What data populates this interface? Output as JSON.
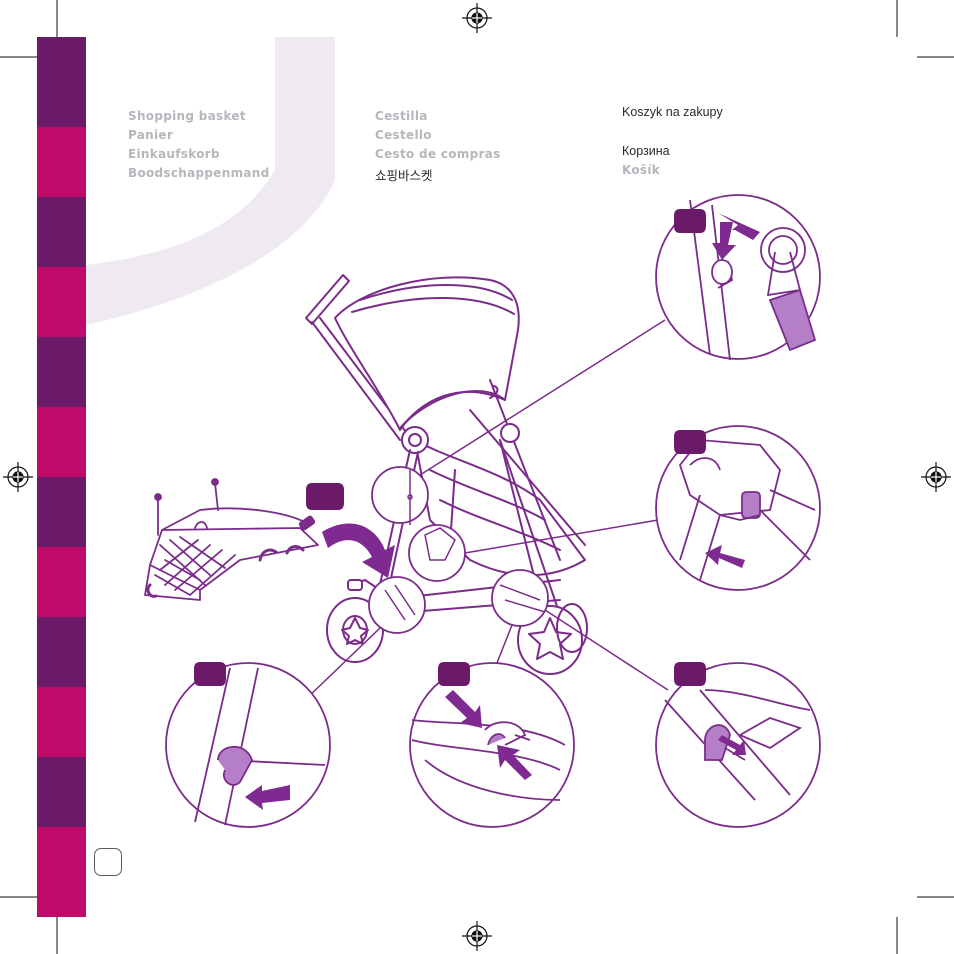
{
  "labels": {
    "col1": [
      "Shopping basket",
      "Panier",
      "Einkaufskorb",
      "Boodschappenmand"
    ],
    "col2": [
      "Cestilla",
      "Cestello",
      "Cesto de compras",
      "쇼핑바스켓"
    ],
    "col3": [
      "Koszyk na zakupy",
      "Корзина",
      "Košík"
    ]
  },
  "colors": {
    "purple": "#6b1a6a",
    "magenta": "#bf0a6a",
    "line": "#7b2c8a",
    "arrow": "#7f2a91",
    "accent_fill": "#b57fc7",
    "swoosh": "#efe9f2"
  },
  "icons": [
    "registration-mark-icon",
    "push-arrow-icon",
    "step-badge-icon"
  ]
}
